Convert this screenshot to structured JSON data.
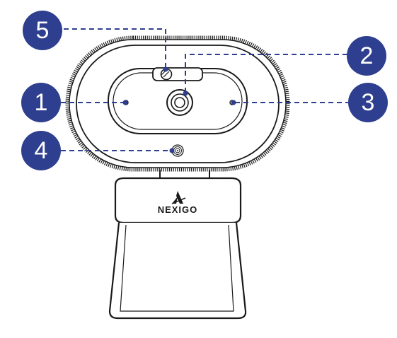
{
  "colors": {
    "callout_fill": "#2e3f8f",
    "callout_text": "#ffffff",
    "outline": "#1a1a1a",
    "background": "#ffffff"
  },
  "brand": {
    "name": "NEXIGO"
  },
  "callouts": [
    {
      "id": "1",
      "label": "1",
      "points_to": "left-microphone"
    },
    {
      "id": "2",
      "label": "2",
      "points_to": "camera-lens"
    },
    {
      "id": "3",
      "label": "3",
      "points_to": "right-microphone"
    },
    {
      "id": "4",
      "label": "4",
      "points_to": "touch-light-button"
    },
    {
      "id": "5",
      "label": "5",
      "points_to": "privacy-cover"
    }
  ]
}
